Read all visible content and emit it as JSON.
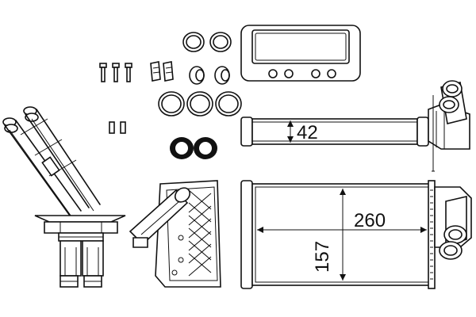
{
  "dimensions": {
    "tube_diameter": "42",
    "core_width": "260",
    "core_height": "157"
  }
}
